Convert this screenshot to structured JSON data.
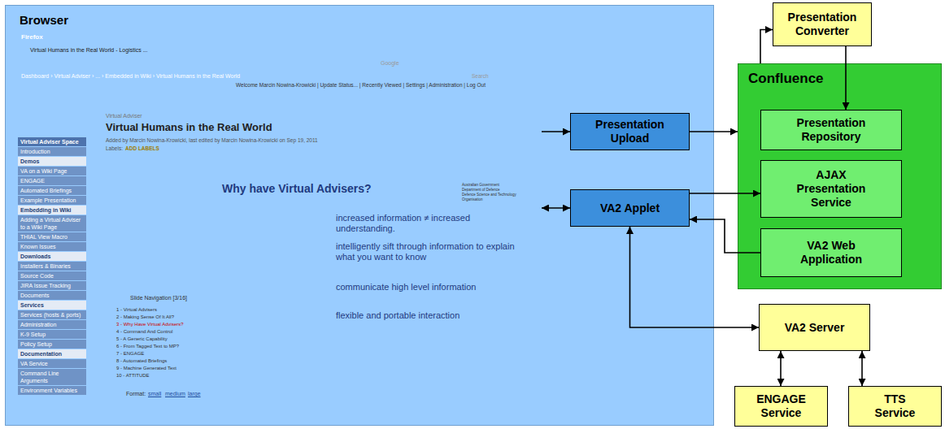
{
  "diagram": {
    "nodes": [
      {
        "text": [
          "Browser"
        ]
      },
      {
        "text": [
          "Firefox"
        ],
        "in": 0
      },
      {
        "text": [
          "Presentation Upload"
        ],
        "in": 0
      },
      {
        "text": [
          "VA2 Applet"
        ],
        "in": 0
      },
      {
        "text": [
          "Presentation Converter"
        ]
      },
      {
        "text": [
          "Confluence"
        ]
      },
      {
        "text": [
          "Presentation Repository"
        ],
        "in": 5
      },
      {
        "text": [
          "AJAX Presentation Service"
        ],
        "in": 5
      },
      {
        "text": [
          "VA2 Web Application"
        ],
        "in": 5
      },
      {
        "text": [
          "VA2 Server"
        ]
      },
      {
        "text": [
          "ENGAGE Service"
        ]
      },
      {
        "text": [
          "TTS Service"
        ]
      }
    ],
    "edges": [
      {
        "from": 1,
        "to": 2,
        "arrow": "to"
      },
      {
        "from": 1,
        "to": 3,
        "arrow": "both"
      },
      {
        "from": 2,
        "to": 5,
        "arrow": "to"
      },
      {
        "from": 5,
        "to": 4,
        "arrow": "to"
      },
      {
        "from": 4,
        "to": 6,
        "arrow": "to"
      },
      {
        "from": 3,
        "to": 7,
        "arrow": "to"
      },
      {
        "from": 8,
        "to": 3,
        "arrow": "to"
      },
      {
        "from": 3,
        "to": 9,
        "arrow": "both"
      },
      {
        "from": 9,
        "to": 10,
        "arrow": "both"
      },
      {
        "from": 9,
        "to": 11,
        "arrow": "both"
      }
    ],
    "labels": [
      "Virtual Humans in the Real World - Logistics ...",
      "Google",
      "Dashboard › Virtual Adviser › ... › Embedded in Wiki › Virtual Humans in the Real World",
      "Search",
      "Welcome Marcin Nowina-Krowicki | Update Status... | Recently Viewed | Settings | Administration | Log Out",
      "Virtual Adviser Space",
      "Introduction",
      "Demos",
      "VA on a Wiki Page",
      "ENGAGE",
      "Automated Briefings",
      "Example Presentation",
      "Embedding in Wiki",
      "Adding a Virtual Adviser to a Wiki Page",
      "THIAL View Macro",
      "Known Issues",
      "Downloads",
      "Installers & Binaries",
      "Source Code",
      "JIRA Issue Tracking",
      "Documents",
      "Services",
      "Services (hosts & ports)",
      "Administration",
      "K-9 Setup",
      "Policy Setup",
      "Documentation",
      "VA Service",
      "Command Line Arguments",
      "Environment Variables",
      "Virtual Adviser",
      "Virtual Humans in the Real World",
      "Added by Marcin Nowina-Krowicki, last edited by Marcin Nowina-Krowicki on Sep 19, 2011",
      "Labels:",
      "ADD LABELS",
      "Slide Navigation [3/16]",
      "1 - Virtual Advisers",
      "2 - Making Sense Of It All?",
      "3 - Why Have Virtual Advisers?",
      "4 - Command And Control",
      "5 - A Generic Capability",
      "6 - From Tagged Text to MP?",
      "7 - ENGAGE",
      "8 - Automated Briefings",
      "9 - Machine Generated Text",
      "10 - ATTITUDE",
      "Format:",
      "small",
      "medium",
      "large",
      "Why have Virtual Advisers?",
      "Australian Government",
      "Department of Defence",
      "Defence Science and Technology Organisation",
      "increased information ≠ increased understanding.",
      "intelligently sift through information to explain what you want to know",
      "communicate high level information",
      "flexible and portable interaction"
    ]
  }
}
